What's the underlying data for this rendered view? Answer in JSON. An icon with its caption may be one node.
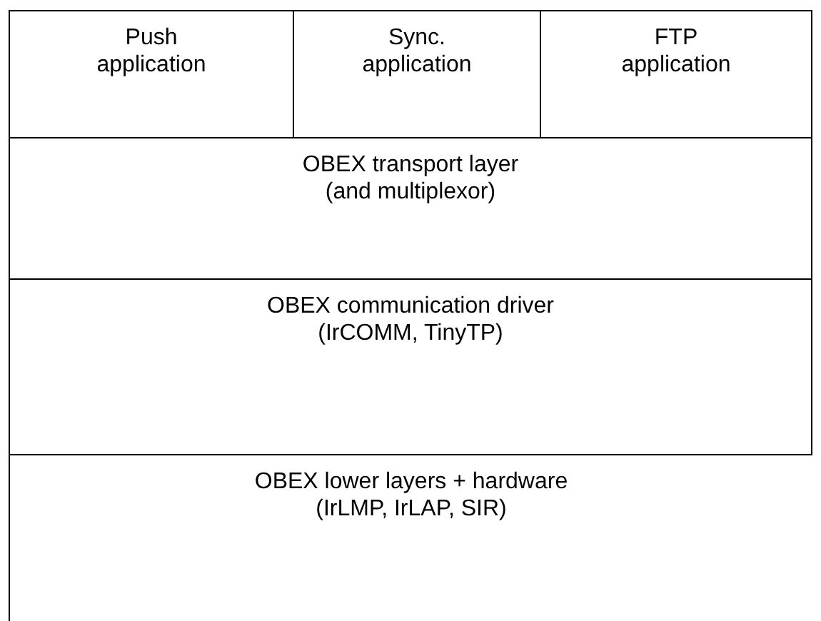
{
  "diagram": {
    "nodes": [
      {
        "text": [
          "Push application"
        ]
      },
      {
        "text": [
          "Sync. application"
        ]
      },
      {
        "text": [
          "FTP application"
        ]
      },
      {
        "text": [
          "OBEX transport layer (and multiplexor)"
        ]
      },
      {
        "text": [
          "OBEX communication driver (IrCOMM, TinyTP)"
        ]
      },
      {
        "text": [
          "OBEX lower layers + hardware (IrLMP, IrLAP, SIR)"
        ]
      }
    ]
  }
}
